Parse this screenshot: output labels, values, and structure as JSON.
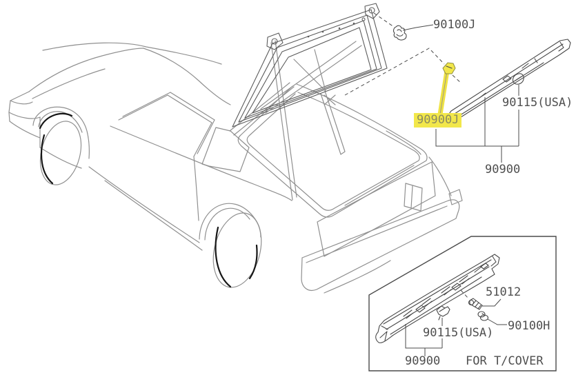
{
  "diagram": {
    "type": "parts-diagram",
    "subject": "rear side finisher / hatch area, car rear three-quarter line drawing",
    "highlight_color": "#f2e74a",
    "line_color": "#4a4a4a"
  },
  "labels": {
    "p90100j": "90100J",
    "p90115_top": "90115(USA)",
    "p90900j": "90900J",
    "p90900_top": "90900",
    "p51012": "51012",
    "p90100h": "90100H",
    "p90115_bottom": "90115(USA)",
    "p90900_bottom": "90900",
    "tcover_note": "FOR T/COVER"
  }
}
